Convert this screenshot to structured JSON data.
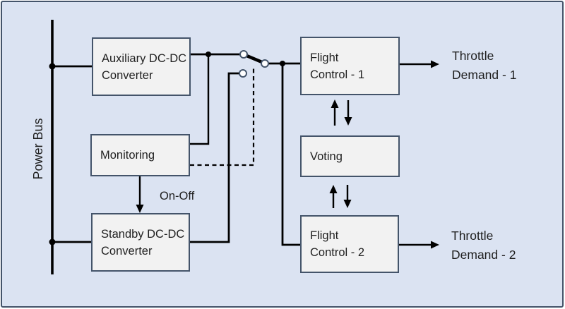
{
  "colors": {
    "background": "#dbe3f2",
    "frame_border": "#44546a",
    "box_fill": "#f2f2f2",
    "box_border": "#44546a",
    "wire": "#000000",
    "text": "#1f1f1f"
  },
  "power_bus": {
    "label": "Power Bus"
  },
  "blocks": {
    "auxiliary": {
      "line1": "Auxiliary DC-DC",
      "line2": "Converter"
    },
    "monitoring": {
      "label": "Monitoring"
    },
    "standby": {
      "line1": "Standby DC-DC",
      "line2": "Converter"
    },
    "flight_control_1": {
      "line1": "Flight",
      "line2": "Control - 1"
    },
    "voting": {
      "label": "Voting"
    },
    "flight_control_2": {
      "line1": "Flight",
      "line2": "Control - 2"
    }
  },
  "signals": {
    "on_off": {
      "label": "On-Off"
    }
  },
  "outputs": {
    "throttle_demand_1": {
      "line1": "Throttle",
      "line2": "Demand - 1"
    },
    "throttle_demand_2": {
      "line1": "Throttle",
      "line2": "Demand - 2"
    }
  }
}
